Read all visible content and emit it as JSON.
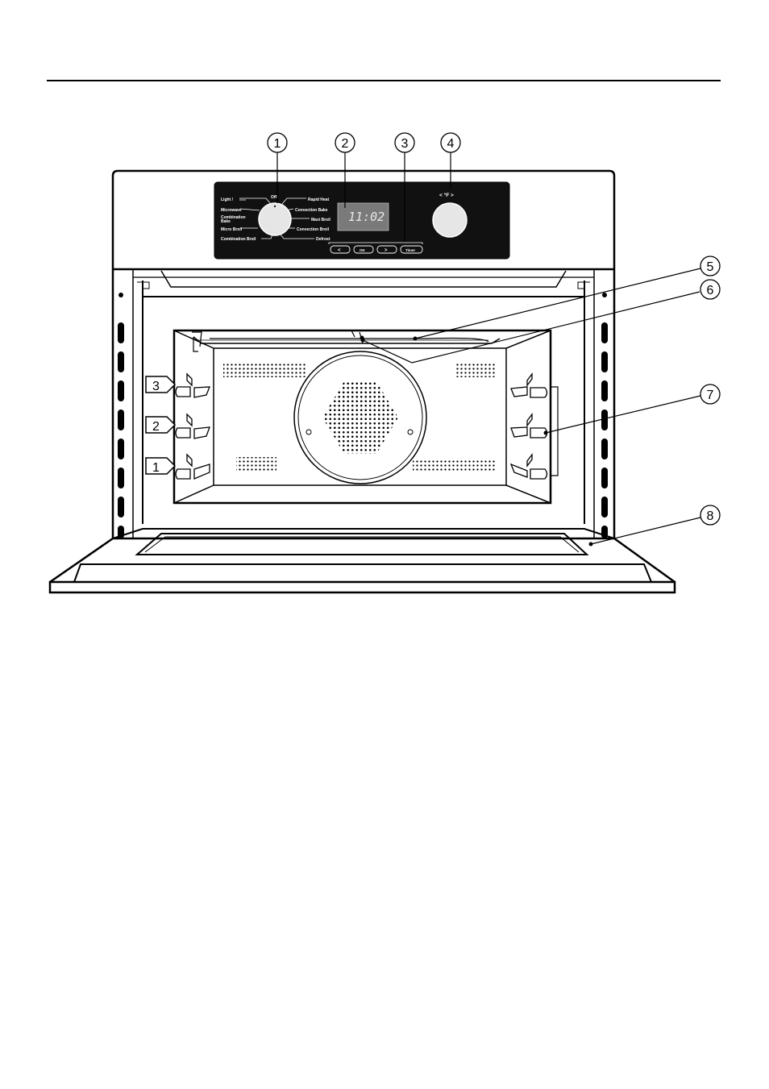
{
  "callouts": [
    "1",
    "2",
    "3",
    "4",
    "5",
    "6",
    "7",
    "8"
  ],
  "shelf_levels": [
    "3",
    "2",
    "1"
  ],
  "control_panel": {
    "selector_top": "Off",
    "selector_left": [
      "Light /",
      "Microwave",
      "Combination",
      "Bake",
      "Micro Broil",
      "Combination Broil"
    ],
    "selector_right": [
      "Rapid Heat",
      "Convection Bake",
      "Maxi Broil",
      "Convection Broil",
      "Defrost"
    ],
    "display_time": "11:02",
    "temp_label": "< °F >",
    "buttons": [
      "<",
      "OK",
      ">",
      "Timer"
    ]
  }
}
